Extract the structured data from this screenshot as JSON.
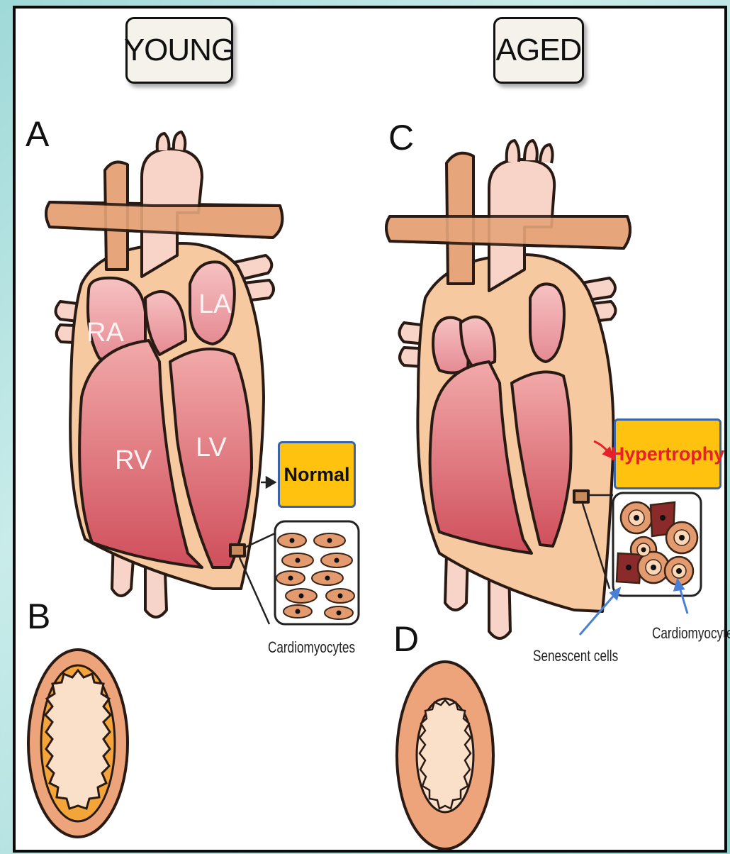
{
  "titles": {
    "young": "YOUNG",
    "aged": "AGED"
  },
  "panels": {
    "a": "A",
    "b": "B",
    "c": "C",
    "d": "D"
  },
  "chambers": {
    "ra": "RA",
    "la": "LA",
    "rv": "RV",
    "lv": "LV"
  },
  "status": {
    "normal": "Normal",
    "hypertrophy": "Hypertrophy"
  },
  "captions": {
    "cardiomyocytes_young": "Cardiomyocytes",
    "cardiomyocytes_aged": "Cardiomyocytes",
    "senescent": "Senescent cells"
  },
  "colors": {
    "wall": "#f7c9a0",
    "vessel": "#e6a57a",
    "aorta": "#f8d3c8",
    "chamber": "#d9616b",
    "cell": "#e29a6e",
    "senescent": "#8b2a2a",
    "label_box": "#ffc20e",
    "hypertrophy_text": "#e8202a",
    "arrow_blue": "#4a7fd8"
  }
}
